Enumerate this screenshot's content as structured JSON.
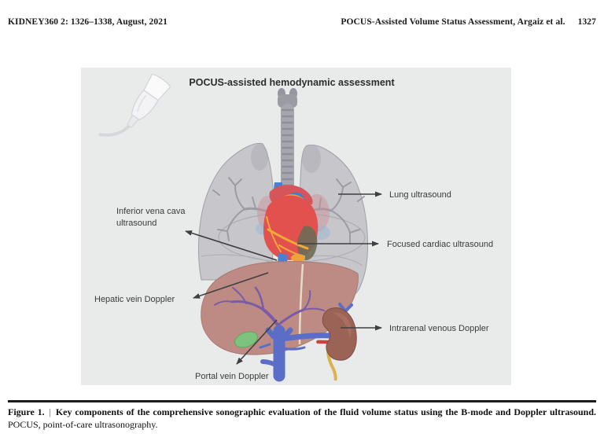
{
  "header": {
    "left": "KIDNEY360 2: 1326–1338, August, 2021",
    "right": "POCUS-Assisted Volume Status Assessment, Argaiz et al.",
    "page_number": "1327"
  },
  "figure": {
    "title": "POCUS-assisted hemodynamic assessment",
    "labels": {
      "lung": "Lung ultrasound",
      "cardiac": "Focused cardiac ultrasound",
      "ivc_line1": "Inferior vena cava",
      "ivc_line2": "ultrasound",
      "hepatic": "Hepatic vein Doppler",
      "intrarenal": "Intrarenal venous Doppler",
      "portal": "Portal vein Doppler"
    },
    "colors": {
      "panel_bg": "#e9eaea",
      "lung": "#bfc0c5",
      "bronchi": "#9a9ba2",
      "trachea": "#a6a7ae",
      "heart": "#e2514e",
      "pulmonary_artery": "#3f7ed0",
      "aorta": "#f0a23a",
      "liver": "#bd8b83",
      "portal_vein": "#7a5ca6",
      "vein_blue": "#5a6ec8",
      "kidney": "#9a6355",
      "renal_artery": "#d23f3f",
      "ureter": "#ddb24a",
      "gallbladder": "#7cc47e",
      "arrow": "#3e3f41"
    }
  },
  "caption": {
    "figure_label": "Figure 1.",
    "separator": "|",
    "bold_text": "Key components of the comprehensive sonographic evaluation of the fluid volume status using the B-mode and Doppler ultrasound.",
    "regular_text": "POCUS, point-of-care ultrasonography."
  }
}
